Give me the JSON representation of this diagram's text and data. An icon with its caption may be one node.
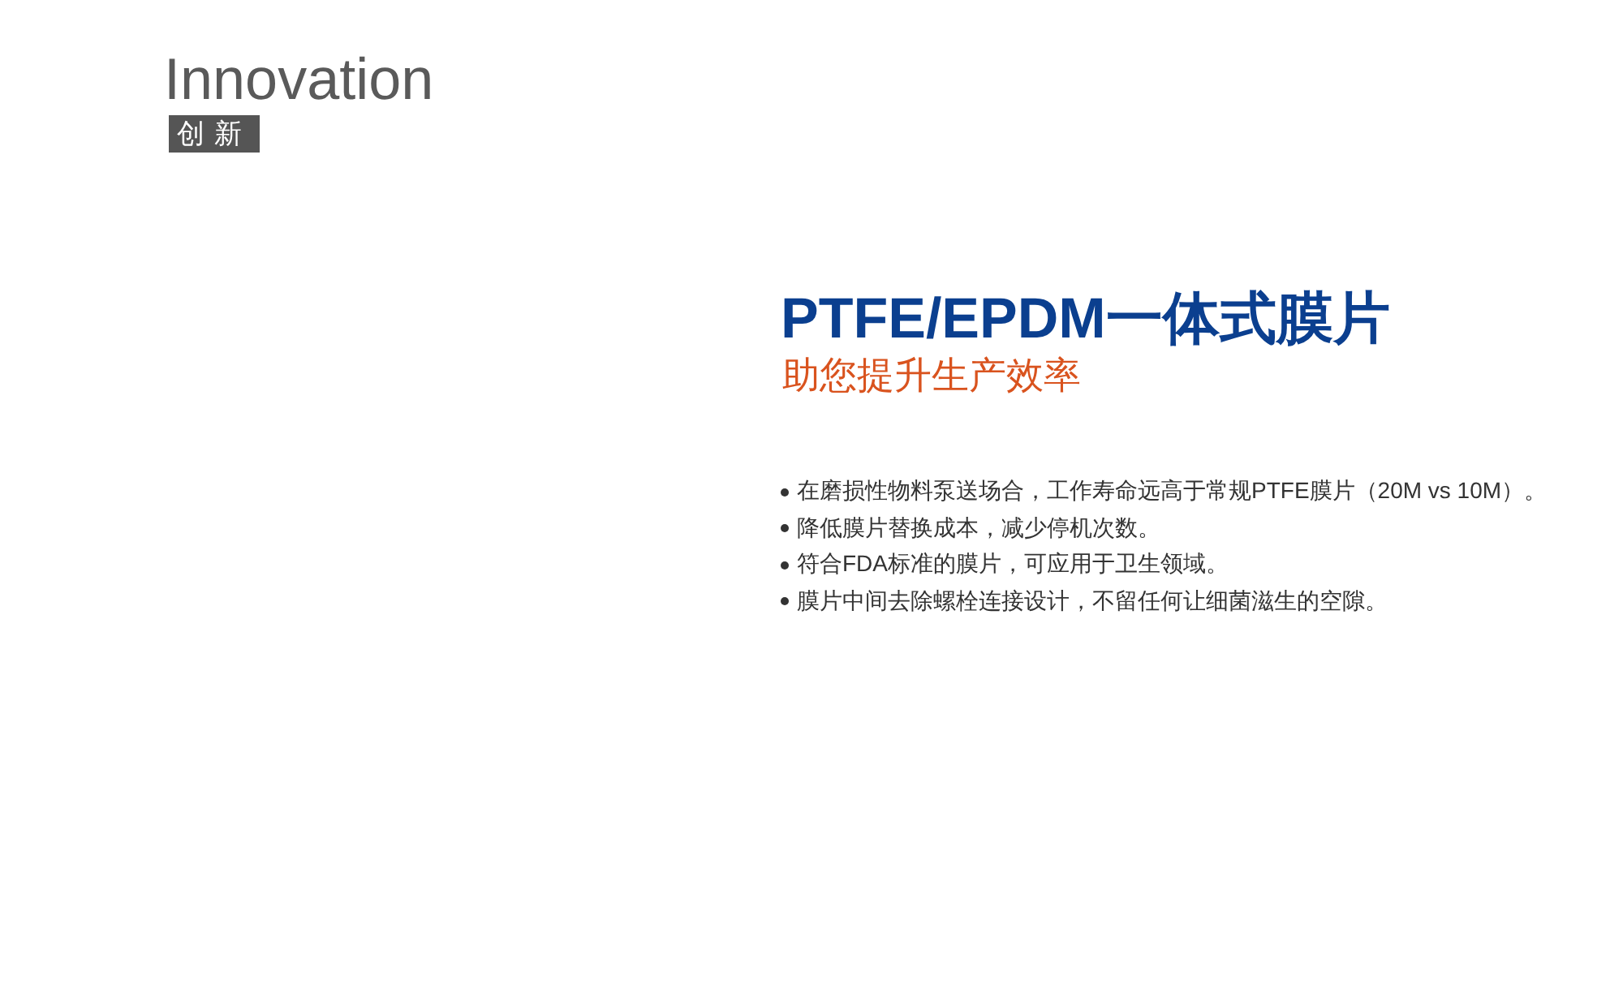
{
  "diagram": {
    "labels": [
      "Innovation",
      "创新",
      "PTFE/EPDM一体式膜片",
      "助您提升生产效率",
      "在磨损性物料泵送场合，工作寿命远高于常规PTFE膜片（20M vs 10M）。",
      "降低膜片替换成本，减少停机次数。",
      "符合FDA标准的膜片，可应用于卫生领域。",
      "膜片中间去除螺栓连接设计，不留任何让细菌滋生的空隙。"
    ]
  }
}
